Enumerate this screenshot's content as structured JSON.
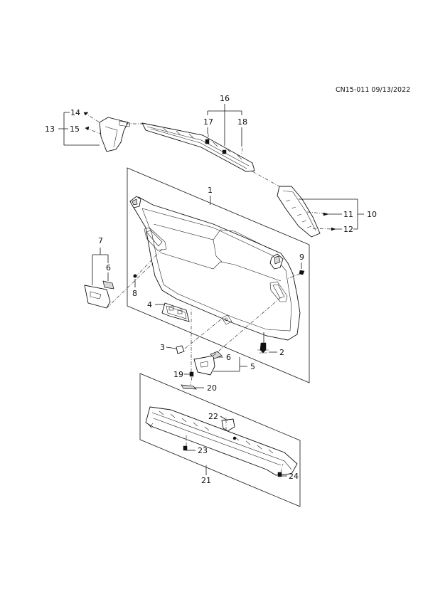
{
  "diagram": {
    "code_label": "CN15-011 09/13/2022",
    "callouts": [
      {
        "name": "callout-1",
        "text": "1"
      },
      {
        "name": "callout-2",
        "text": "2"
      },
      {
        "name": "callout-3",
        "text": "3"
      },
      {
        "name": "callout-4",
        "text": "4"
      },
      {
        "name": "callout-5",
        "text": "5"
      },
      {
        "name": "callout-6a",
        "text": "6"
      },
      {
        "name": "callout-6b",
        "text": "6"
      },
      {
        "name": "callout-7",
        "text": "7"
      },
      {
        "name": "callout-8",
        "text": "8"
      },
      {
        "name": "callout-9",
        "text": "9"
      },
      {
        "name": "callout-10",
        "text": "10"
      },
      {
        "name": "callout-11",
        "text": "11"
      },
      {
        "name": "callout-12",
        "text": "12"
      },
      {
        "name": "callout-13",
        "text": "13"
      },
      {
        "name": "callout-14",
        "text": "14"
      },
      {
        "name": "callout-15",
        "text": "15"
      },
      {
        "name": "callout-16",
        "text": "16"
      },
      {
        "name": "callout-17",
        "text": "17"
      },
      {
        "name": "callout-18",
        "text": "18"
      },
      {
        "name": "callout-19",
        "text": "19"
      },
      {
        "name": "callout-20",
        "text": "20"
      },
      {
        "name": "callout-21",
        "text": "21"
      },
      {
        "name": "callout-22",
        "text": "22"
      },
      {
        "name": "callout-23",
        "text": "23"
      },
      {
        "name": "callout-24",
        "text": "24"
      }
    ]
  }
}
